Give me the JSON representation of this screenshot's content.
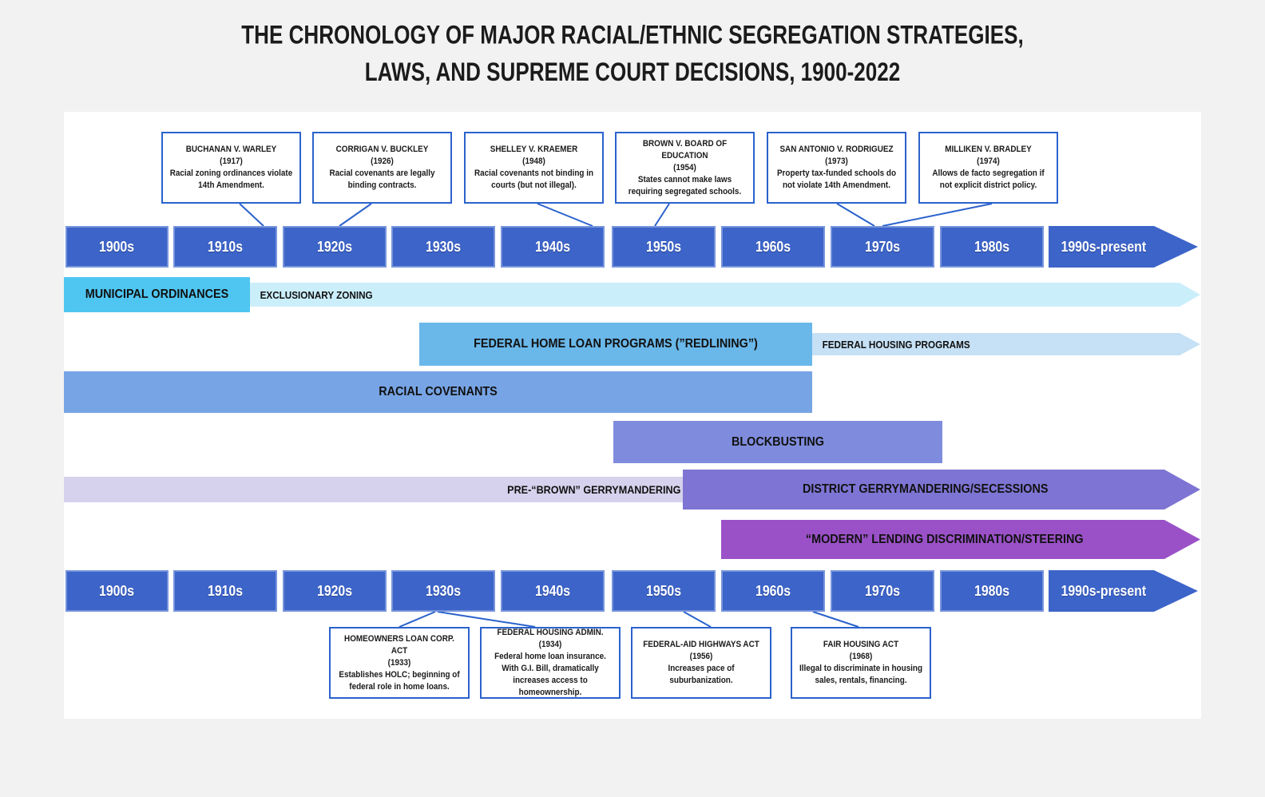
{
  "title": {
    "line1": "THE CHRONOLOGY OF MAJOR RACIAL/ETHNIC SEGREGATION STRATEGIES,",
    "line2": "LAWS, AND SUPREME COURT DECISIONS, 1900-2022"
  },
  "decades": [
    "1900s",
    "1910s",
    "1920s",
    "1930s",
    "1940s",
    "1950s",
    "1960s",
    "1970s",
    "1980s",
    "1990s-present"
  ],
  "court_cases": [
    {
      "name": "BUCHANAN V. WARLEY",
      "year": "(1917)",
      "description": "Racial zoning ordinances violate 14th Amendment."
    },
    {
      "name": "CORRIGAN V. BUCKLEY",
      "year": "(1926)",
      "description": "Racial covenants are legally binding contracts."
    },
    {
      "name": "SHELLEY V. KRAEMER",
      "year": "(1948)",
      "description": "Racial covenants not binding in courts (but not illegal)."
    },
    {
      "name": "BROWN V. BOARD OF EDUCATION",
      "year": "(1954)",
      "description": "States cannot make laws requiring segregated schools."
    },
    {
      "name": "SAN ANTONIO V. RODRIGUEZ",
      "year": "(1973)",
      "description": "Property tax-funded schools do not violate 14th Amendment."
    },
    {
      "name": "MILLIKEN V. BRADLEY",
      "year": "(1974)",
      "description": "Allows de facto segregation if not explicit district policy."
    }
  ],
  "strategy_bars": {
    "municipal_ordinances": {
      "label": "MUNICIPAL ORDINANCES",
      "color": "#4fc6f2"
    },
    "exclusionary_zoning": {
      "label": "EXCLUSIONARY ZONING",
      "color": "#cbeefb"
    },
    "redlining": {
      "label": "FEDERAL HOME LOAN PROGRAMS (”REDLINING”)",
      "color": "#6ab7e9"
    },
    "federal_housing_programs": {
      "label": "FEDERAL HOUSING PROGRAMS",
      "color": "#c6e1f5"
    },
    "racial_covenants": {
      "label": "RACIAL COVENANTS",
      "color": "#77a4e4"
    },
    "blockbusting": {
      "label": "BLOCKBUSTING",
      "color": "#7f8cdd"
    },
    "pre_brown_gerrymandering": {
      "label": "PRE-“BROWN” GERRYMANDERING",
      "color": "#d6d1ec"
    },
    "district_gerrymandering": {
      "label": "DISTRICT GERRYMANDERING/SECESSIONS",
      "color": "#7d74d3"
    },
    "modern_lending": {
      "label": "“MODERN” LENDING DISCRIMINATION/STEERING",
      "color": "#9a51c7"
    }
  },
  "legislation": [
    {
      "name": "HOMEOWNERS LOAN CORP. ACT",
      "year": "(1933)",
      "description": "Establishes HOLC; beginning of federal role in home loans."
    },
    {
      "name": "FEDERAL HOUSING ADMIN.",
      "year": "(1934)",
      "description": "Federal home loan insurance. With G.I. Bill, dramatically increases access to homeownership."
    },
    {
      "name": "FEDERAL-AID HIGHWAYS ACT",
      "year": "(1956)",
      "description": "Increases pace of suburbanization."
    },
    {
      "name": "FAIR HOUSING ACT",
      "year": "(1968)",
      "description": "Illegal to discriminate in housing sales, rentals, financing."
    }
  ],
  "colors": {
    "background": "#f3f2f2",
    "panel": "#ffffff",
    "decade_box": "#3d64c8",
    "callout_border": "#2b62cc",
    "connector_line": "#2b62cc",
    "title_text": "#1b1b1b"
  }
}
